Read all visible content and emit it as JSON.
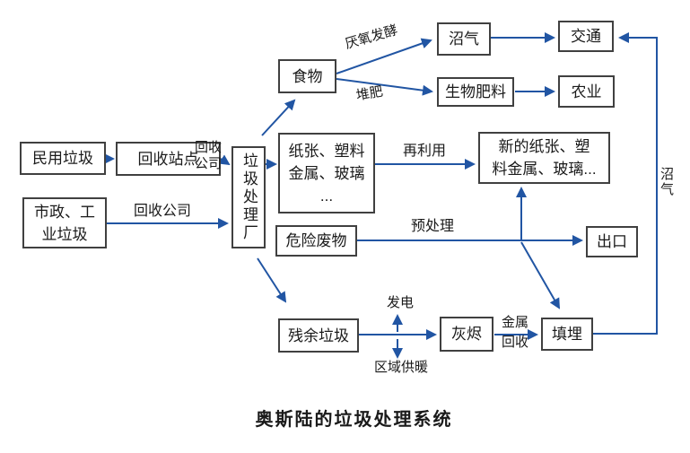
{
  "title": "奥斯陆的垃圾处理系统",
  "colors": {
    "arrow_blue": "#2155a3",
    "box_border": "#404040",
    "text": "#1a1a1a",
    "background": "#ffffff"
  },
  "nodes": {
    "civil_waste": "民用垃圾",
    "recycle_station": "回收站点",
    "waste_plant": "垃圾处理厂",
    "municipal_industrial_waste": "市政、工\n业垃圾",
    "food": "食物",
    "biogas": "沼气",
    "bio_fertilizer": "生物肥料",
    "transport": "交通",
    "agriculture": "农业",
    "materials": "纸张、塑料\n金属、玻璃\n...",
    "new_materials": "新的纸张、塑\n料金属、玻璃...",
    "hazardous_waste": "危险废物",
    "export": "出口",
    "residual_waste": "残余垃圾",
    "ash": "灰烬",
    "landfill": "填埋"
  },
  "edge_labels": {
    "recycle_company_stacked": "回收\n公司",
    "recycle_company": "回收公司",
    "anaerobic_fermentation": "厌氧发酵",
    "composting": "堆肥",
    "reuse": "再利用",
    "pretreatment": "预处理",
    "power_generation": "发电",
    "district_heating": "区域供暖",
    "metal_recovery": "金属\n回收",
    "biogas_return": "沼气"
  }
}
